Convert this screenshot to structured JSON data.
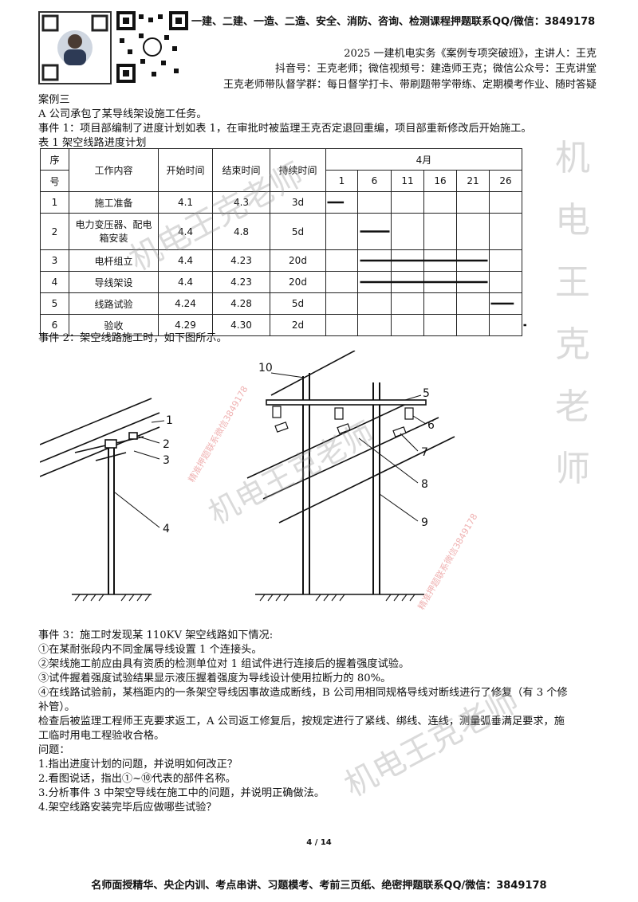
{
  "banner": "一建、二建、一造、二造、安全、消防、咨询、检测课程押题联系QQ/微信：3849178",
  "header": {
    "line1": "2025 一建机电实务《案例专项突破班》，主讲人：王克",
    "line2": "抖音号：王克老师；微信视频号：建造师王克；微信公众号：王克讲堂",
    "line3": "王克老师带队督学群：每日督学打卡、带刷题带学带练、定期模考作业、随时答疑"
  },
  "case_title": "案例三",
  "intro": "A 公司承包了某导线架设施工任务。",
  "event1": "事件 1：项目部编制了进度计划如表 1，在审批时被监理王克否定退回重编，项目部重新修改后开始施工。",
  "table_caption": "表 1 架空线路进度计划",
  "table": {
    "headers": {
      "seq_a": "序",
      "seq_b": "号",
      "work": "工作内容",
      "start": "开始时间",
      "end": "结束时间",
      "duration": "持续时间",
      "month": "4月"
    },
    "days": [
      "1",
      "6",
      "11",
      "16",
      "21",
      "26"
    ],
    "rows": [
      {
        "seq": "1",
        "work": "施工准备",
        "start": "4.1",
        "end": "4.3",
        "duration": "3d",
        "bar": [
          1,
          3
        ]
      },
      {
        "seq": "2",
        "work": "电力变压器、配电箱安装",
        "start": "4.4",
        "end": "4.8",
        "duration": "5d",
        "bar": [
          6,
          10
        ]
      },
      {
        "seq": "3",
        "work": "电杆组立",
        "start": "4.4",
        "end": "4.23",
        "duration": "20d",
        "bar": [
          6,
          25
        ]
      },
      {
        "seq": "4",
        "work": "导线架设",
        "start": "4.4",
        "end": "4.23",
        "duration": "20d",
        "bar": [
          6,
          25
        ]
      },
      {
        "seq": "5",
        "work": "线路试验",
        "start": "4.24",
        "end": "4.28",
        "duration": "5d",
        "bar": [
          26,
          29
        ]
      },
      {
        "seq": "6",
        "work": "验收",
        "start": "4.29",
        "end": "4.30",
        "duration": "2d",
        "bar": [
          31,
          33
        ]
      }
    ]
  },
  "event2": "事件 2：架空线路施工时，如下图所示。",
  "figure_labels": {
    "left": [
      "1",
      "2",
      "3",
      "4"
    ],
    "right": [
      "10",
      "5",
      "6",
      "7",
      "8",
      "9"
    ]
  },
  "event3": [
    "事件 3：施工时发现某 110KV 架空线路如下情况:",
    "①在某耐张段内不同金属导线设置 1 个连接头。",
    "②架线施工前应由具有资质的检测单位对 1 组试件进行连接后的握着强度试验。",
    "③试件握着强度试验结果显示液压握着强度为导线设计使用拉断力的 80%。",
    "④在线路试验前，某档距内的一条架空导线因事故造成断线，B 公司用相同规格导线对断线进行了修复（有 3 个修",
    "补管）。",
    "检查后被监理工程师王克要求返工，A 公司返工修复后，按规定进行了紧线、绑线、连线，测量弧垂满足要求，施",
    "工临时用电工程验收合格。"
  ],
  "questions": [
    "问题：",
    "1.指出进度计划的问题，并说明如何改正？",
    "2.看图说话，指出①~⑩代表的部件名称。",
    "3.分析事件 3 中架空导线在施工中的问题，并说明正确做法。",
    "4.架空线路安装完毕后应做哪些试验？"
  ],
  "page_number": "4 / 14",
  "footer": "名师面授精华、央企内训、考点串讲、习题模考、考前三页纸、绝密押题联系QQ/微信：3849178",
  "watermarks": {
    "vertical": [
      "机",
      "电",
      "王",
      "克",
      "老",
      "师"
    ],
    "diagonal": "机电王克老师",
    "small": "精准押题联系微信3849178"
  },
  "colors": {
    "line": "#111111",
    "watermark": "#969696"
  }
}
